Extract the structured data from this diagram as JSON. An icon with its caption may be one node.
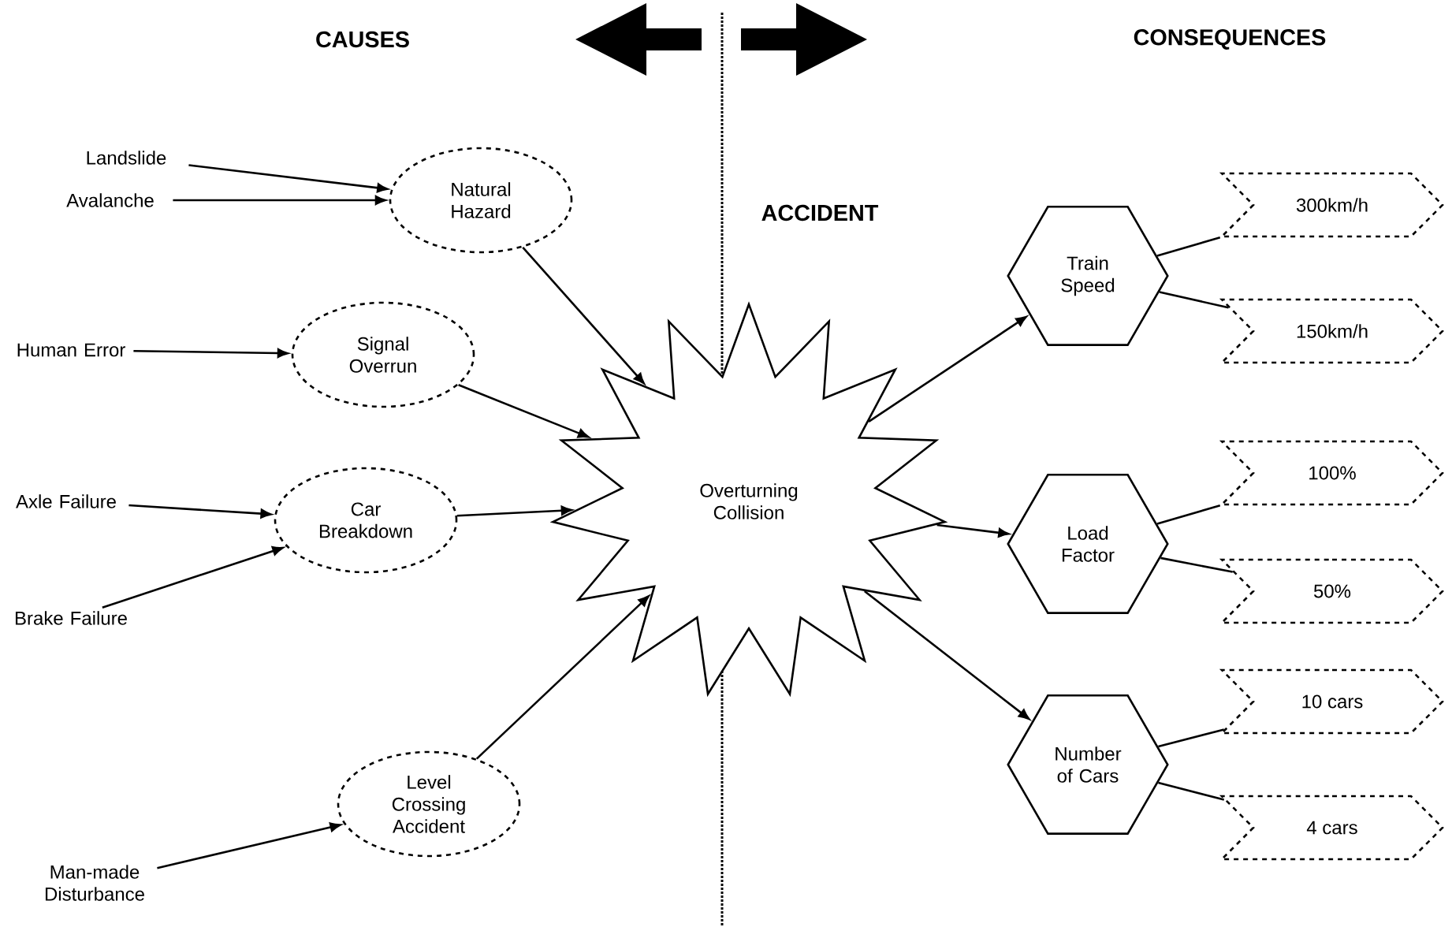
{
  "diagram": {
    "nodes": [
      {
        "text": [
          "Landslide"
        ]
      },
      {
        "text": [
          "Avalanche"
        ]
      },
      {
        "text": [
          "Natural Hazard"
        ]
      },
      {
        "text": [
          "Human Error"
        ]
      },
      {
        "text": [
          "Signal Overrun"
        ]
      },
      {
        "text": [
          "Axle Failure"
        ]
      },
      {
        "text": [
          "Car Breakdown"
        ]
      },
      {
        "text": [
          "Brake Failure"
        ]
      },
      {
        "text": [
          "Level Crossing Accident"
        ]
      },
      {
        "text": [
          "Man-made Disturbance"
        ]
      },
      {
        "text": [
          "Overturning Collision"
        ]
      },
      {
        "text": [
          "Train Speed"
        ]
      },
      {
        "text": [
          "300km/h"
        ]
      },
      {
        "text": [
          "150km/h"
        ]
      },
      {
        "text": [
          "Load Factor"
        ]
      },
      {
        "text": [
          "100%"
        ]
      },
      {
        "text": [
          "50%"
        ]
      },
      {
        "text": [
          "Number of Cars"
        ]
      },
      {
        "text": [
          "10 cars"
        ]
      },
      {
        "text": [
          "4 cars"
        ]
      }
    ],
    "edges": [
      {
        "from": 0,
        "to": 2,
        "arrow": "to"
      },
      {
        "from": 1,
        "to": 2,
        "arrow": "to"
      },
      {
        "from": 3,
        "to": 4,
        "arrow": "to"
      },
      {
        "from": 5,
        "to": 6,
        "arrow": "to"
      },
      {
        "from": 7,
        "to": 6,
        "arrow": "to"
      },
      {
        "from": 9,
        "to": 8,
        "arrow": "to"
      },
      {
        "from": 2,
        "to": 10,
        "arrow": "to"
      },
      {
        "from": 4,
        "to": 10,
        "arrow": "to"
      },
      {
        "from": 6,
        "to": 10,
        "arrow": "to"
      },
      {
        "from": 8,
        "to": 10,
        "arrow": "to"
      },
      {
        "from": 10,
        "to": 11,
        "arrow": "to"
      },
      {
        "from": 10,
        "to": 14,
        "arrow": "to"
      },
      {
        "from": 10,
        "to": 17,
        "arrow": "to"
      },
      {
        "from": 11,
        "to": 12,
        "arrow": "none"
      },
      {
        "from": 11,
        "to": 13,
        "arrow": "none"
      },
      {
        "from": 14,
        "to": 15,
        "arrow": "none"
      },
      {
        "from": 14,
        "to": 16,
        "arrow": "none"
      },
      {
        "from": 17,
        "to": 18,
        "arrow": "none"
      },
      {
        "from": 17,
        "to": 19,
        "arrow": "none"
      }
    ],
    "labels": [
      "CAUSES",
      "CONSEQUENCES",
      "ACCIDENT"
    ]
  }
}
